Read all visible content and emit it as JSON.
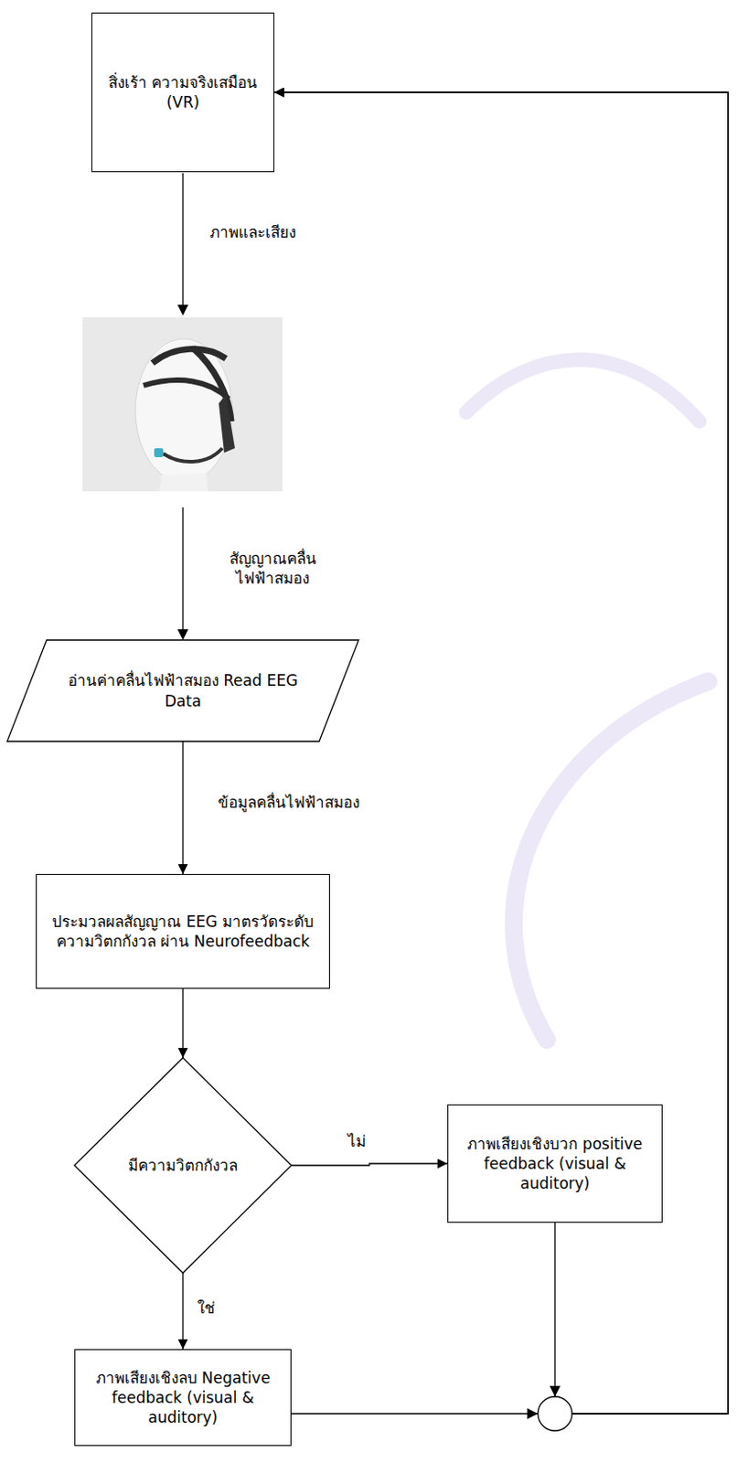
{
  "diagram": {
    "nodes": [
      {
        "text": [
          "สิ่งเร้า ความจริงเสมือน (VR)"
        ]
      },
      {
        "text": [
          "อ่านค่าคลื่นไฟฟ้าสมอง Read EEG Data"
        ]
      },
      {
        "text": [
          "ประมวลผลสัญญาณ EEG มาตรวัดระดับความวิตกกังวล ผ่าน Neurofeedback"
        ]
      },
      {
        "text": [
          "มีความวิตกกังวล"
        ]
      },
      {
        "text": [
          "ภาพเสียงเชิงบวก positive feedback (visual & auditory)"
        ]
      },
      {
        "text": [
          "ภาพเสียงเชิงลบ Negative feedback (visual & auditory)"
        ]
      }
    ],
    "edges": [
      {
        "from": 1,
        "to": 2,
        "label": "ข้อมูลคลื่นไฟฟ้าสมอง",
        "arrow": "to"
      },
      {
        "from": 2,
        "to": 3,
        "arrow": "to"
      },
      {
        "from": 3,
        "to": 4,
        "label": "ไม่",
        "arrow": "to"
      },
      {
        "from": 3,
        "to": 5,
        "label": "ใช่",
        "arrow": "to"
      },
      {
        "from": 4,
        "to": 0,
        "arrow": "to"
      },
      {
        "from": 5,
        "to": 0,
        "arrow": "to"
      }
    ],
    "labels": [
      "ภาพและเสียง",
      "สัญญาณคลื่น ไฟฟ้าสมอง"
    ]
  }
}
